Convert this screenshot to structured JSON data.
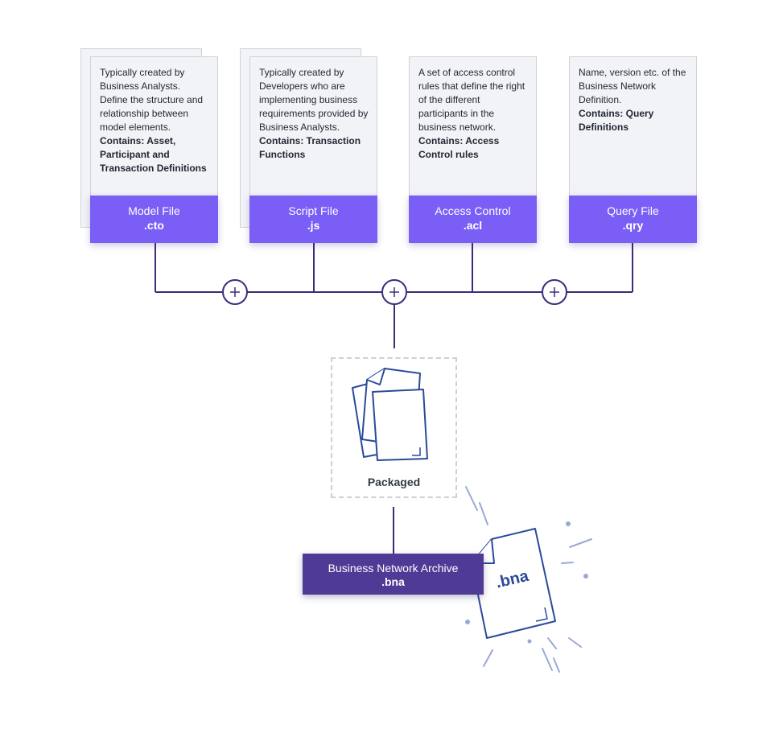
{
  "cards": [
    {
      "description": "Typically created by Business Analysts. Define the structure and relationship between model elements.",
      "contains": "Contains: Asset, Participant and Transaction Definitions",
      "label": "Model File",
      "extension": ".cto"
    },
    {
      "description": "Typically created by Developers who are implementing business requirements provided by Business Analysts.",
      "contains": "Contains: Transaction Functions",
      "label": "Script File",
      "extension": ".js"
    },
    {
      "description": "A set of access control rules that define the right of the different participants in the business network.",
      "contains": "Contains: Access Control rules",
      "label": "Access Control",
      "extension": ".acl"
    },
    {
      "description": "Name, version etc. of the Business Network Definition.",
      "contains": "Contains: Query Definitions",
      "label": "Query File",
      "extension": ".qry"
    }
  ],
  "packaged": {
    "label": "Packaged"
  },
  "archive": {
    "label": "Business Network Archive",
    "extension": ".bna"
  },
  "bna_file": {
    "label": ".bna"
  },
  "icons": {
    "plus": "plus-circle-icon",
    "documents": "documents-stack-icon",
    "archive_file": "bna-file-icon"
  },
  "colors": {
    "label_purple": "#7b5ef5",
    "archive_purple": "#4f3a96",
    "line": "#3d2b7a",
    "file_stroke": "#2b4a9a",
    "sparkle": "#9aa8d8"
  }
}
